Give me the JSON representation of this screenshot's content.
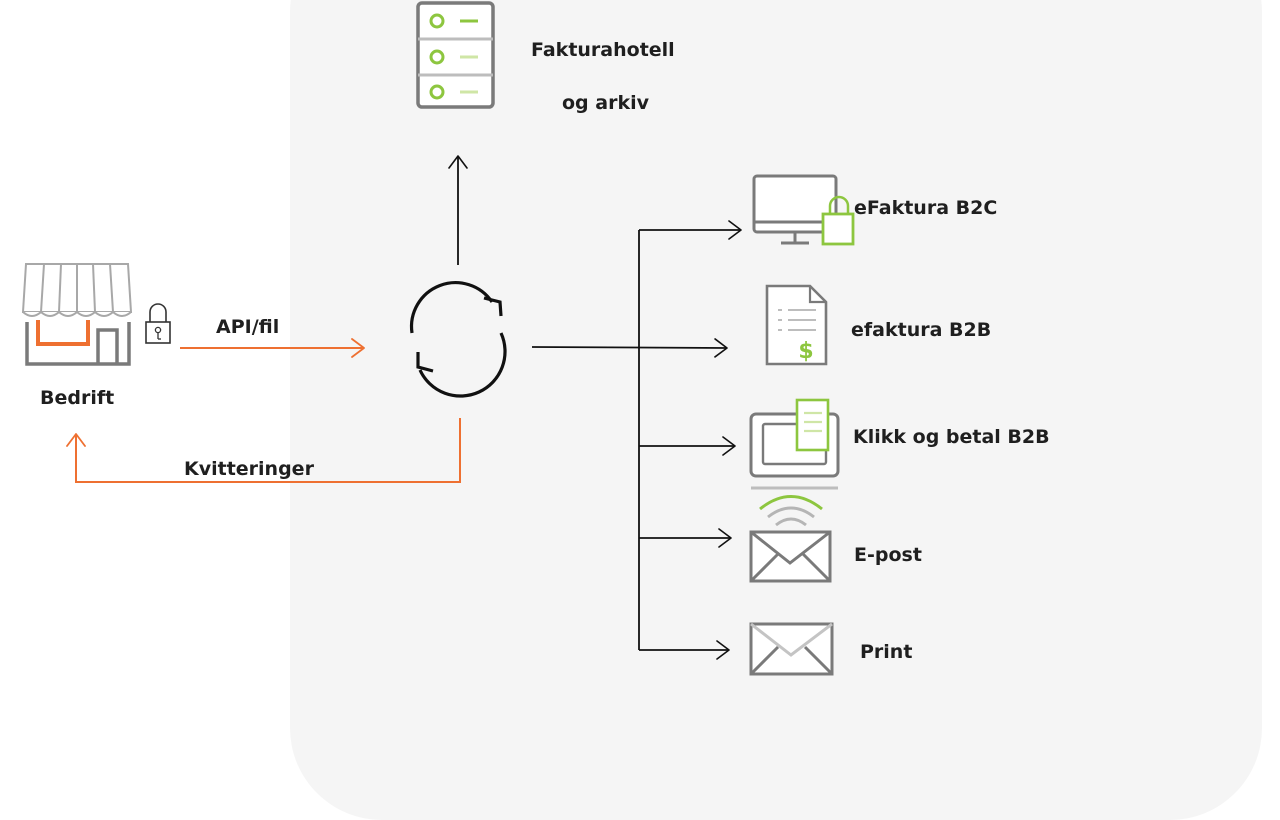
{
  "colors": {
    "accent_orange": "#ee7031",
    "accent_green": "#8dc63f",
    "icon_gray": "#7a7a7a",
    "panel_bg": "#f5f5f5",
    "line_black": "#111111"
  },
  "nodes": {
    "company": {
      "label": "Bedrift",
      "icon": "shop-icon",
      "lock_icon": "padlock-icon"
    },
    "archive": {
      "line1": "Fakturahotell",
      "line2": "og arkiv",
      "icon": "server-icon"
    },
    "processor": {
      "icon": "sync-icon"
    }
  },
  "edges": {
    "submit": {
      "label": "API/fil"
    },
    "receipts": {
      "label": "Kvitteringer"
    }
  },
  "channels": [
    {
      "label": "eFaktura B2C",
      "icon": "monitor-lock-icon"
    },
    {
      "label": "efaktura B2B",
      "icon": "invoice-document-icon"
    },
    {
      "label": "Klikk og betal B2B",
      "icon": "payment-terminal-icon"
    },
    {
      "label": "E-post",
      "icon": "envelope-icon"
    },
    {
      "label": "Print",
      "icon": "printed-letter-icon"
    }
  ]
}
